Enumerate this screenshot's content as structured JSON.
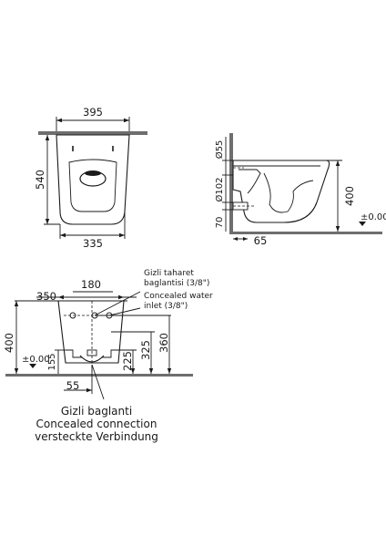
{
  "top_view": {
    "width_label": "395",
    "depth_label": "540",
    "bowl_width_label": "335"
  },
  "side_view": {
    "pipe_top_label": "Ø55",
    "pipe_mid_label": "Ø102",
    "height_label": "400",
    "base_label": "70",
    "offset_label": "65",
    "level_label": "±0.00"
  },
  "front_view": {
    "width_label": "350",
    "spacing_label": "180",
    "height_label": "400",
    "h325_label": "325",
    "h360_label": "360",
    "h225_label": "225",
    "h155_label": "155",
    "bottom_offset_label": "55",
    "level_label": "±0.00",
    "bidet_note_line1": "Gizli taharet",
    "bidet_note_line2": "baglantisi  (3/8\")",
    "water_note_line1": "Concealed water",
    "water_note_line2": "inlet  (3/8\")"
  },
  "caption": {
    "line1": "Gizli baglanti",
    "line2": "Concealed connection",
    "line3": "versteckte Verbindung"
  }
}
